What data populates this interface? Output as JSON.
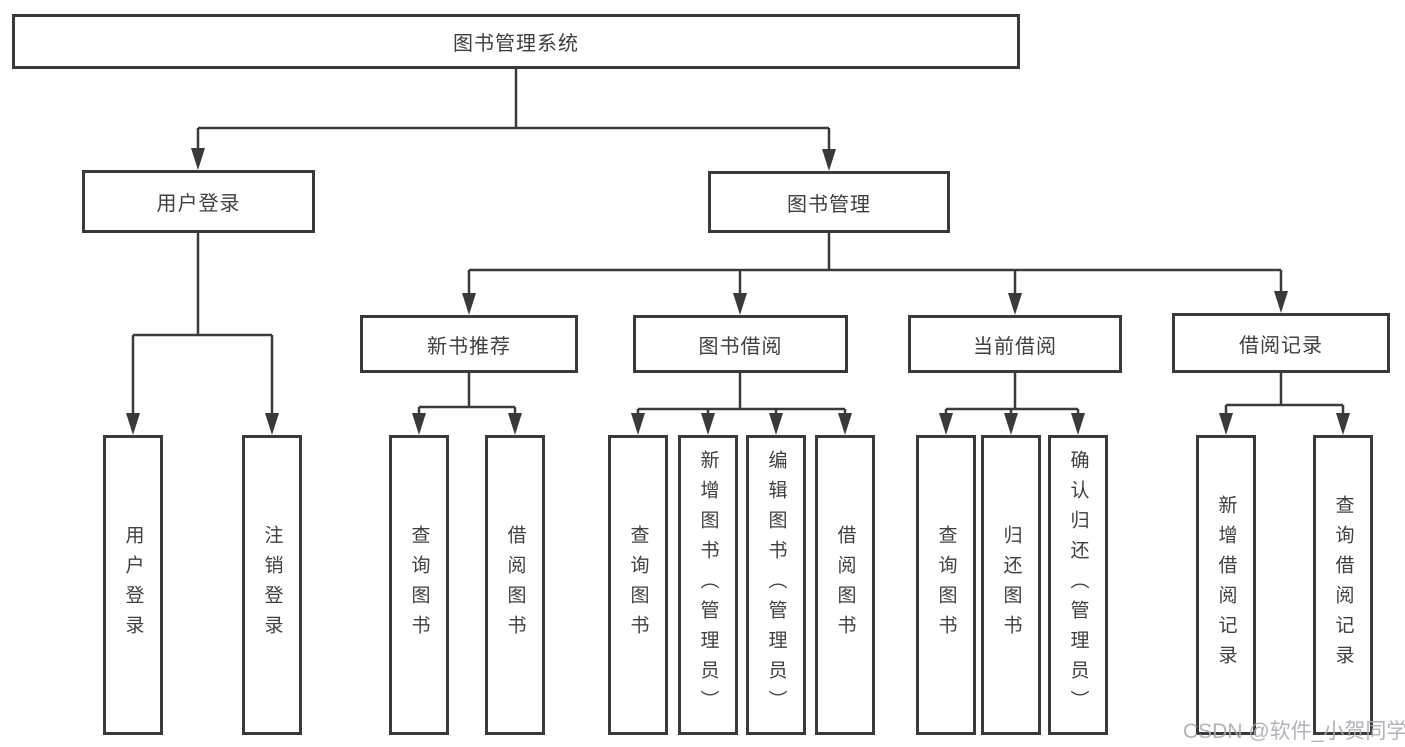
{
  "tree": {
    "label": "图书管理系统",
    "children": [
      {
        "label": "用户登录",
        "children": [
          {
            "label": "用户登录"
          },
          {
            "label": "注销登录"
          }
        ]
      },
      {
        "label": "图书管理",
        "children": [
          {
            "label": "新书推荐",
            "children": [
              {
                "label": "查询图书"
              },
              {
                "label": "借阅图书"
              }
            ]
          },
          {
            "label": "图书借阅",
            "children": [
              {
                "label": "查询图书"
              },
              {
                "label": "新增图书（管理员）"
              },
              {
                "label": "编辑图书（管理员）"
              },
              {
                "label": "借阅图书"
              }
            ]
          },
          {
            "label": "当前借阅",
            "children": [
              {
                "label": "查询图书"
              },
              {
                "label": "归还图书"
              },
              {
                "label": "确认归还（管理员）"
              }
            ]
          },
          {
            "label": "借阅记录",
            "children": [
              {
                "label": "新增借阅记录"
              },
              {
                "label": "查询借阅记录"
              }
            ]
          }
        ]
      }
    ]
  },
  "watermark": {
    "text": "CSDN @软件_小贺同学"
  },
  "colors": {
    "line": "#3a3a3a",
    "text": "#3f3f3f",
    "watermark": "#a8abb2",
    "background": "#ffffff"
  }
}
